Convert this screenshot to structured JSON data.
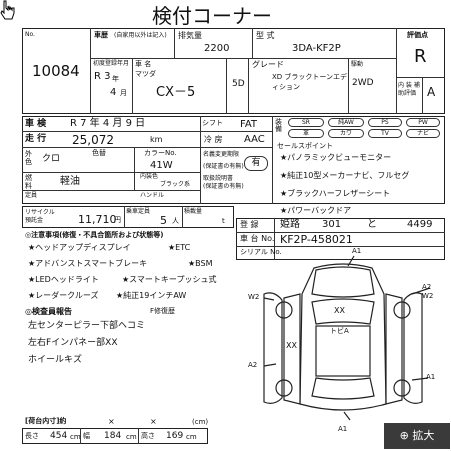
{
  "title": "検付コーナー",
  "header": {
    "lot_label": "No.",
    "lot": "10084",
    "body_label": "車歴",
    "body_note": "(自家用以外は記入)",
    "displacement_label": "排気量",
    "displacement": "2200",
    "model_label": "型 式",
    "model": "3DA-KF2P",
    "first_reg_label": "初度登録年月",
    "year": "R 3",
    "year_unit": "年",
    "month": "4",
    "month_unit": "月",
    "maker_label": "車 名",
    "maker": "マツダ",
    "car_name": "CX－5",
    "doors": "5D",
    "grade_label": "グレード",
    "grade": "XD ブラックトーンエディション",
    "drive_label": "駆動",
    "drive": "2WD",
    "score_label": "評価点",
    "score": "R",
    "interior_label": "内 装 補助評価",
    "interior": "A"
  },
  "row_inspection": {
    "label": "車 検",
    "value": "R 7 年 4 月 9 日"
  },
  "row_shift": {
    "label": "シフト",
    "value": "FAT"
  },
  "row_mileage": {
    "label": "走 行",
    "value": "25,072",
    "unit": "km"
  },
  "row_ac": {
    "label": "冷 房",
    "value": "AAC"
  },
  "options_label": "装備",
  "options": [
    "SR",
    "純AW",
    "PS",
    "PW",
    "革",
    "カワ",
    "TV",
    "ナビ"
  ],
  "color_label": "外色",
  "color": "クロ",
  "color_sub_label": "色替",
  "color_code_label": "カラーNo.",
  "color_code": "41W",
  "fuel_label": "燃料",
  "fuel": "軽油",
  "transfer_label": "名義変更期限",
  "transfer_has": "有",
  "transfer_note": "(保証書の有無)",
  "manual_label": "取扱説明書",
  "manual_note": "(保証書の有無)",
  "spare_label": "内装色",
  "spare_note": "ブラック系",
  "steering_label": "ハンドル",
  "capacity_label": "定員",
  "recycle_label": "リサイクル預託金",
  "recycle": "11,710",
  "recycle_unit": "円",
  "seats_label": "乗車定員",
  "seats": "5",
  "seats_unit": "人",
  "load_label": "積載量",
  "load_unit": "t",
  "sales_points_label": "セールスポイント",
  "sales_points": [
    "★パノラミックビューモニター",
    "★純正10型メーカーナビ、フルセグ",
    "★ブラックハーフレザーシート",
    "★パワーバックドア"
  ],
  "registration_label": "登 録",
  "registration": {
    "area": "姫路",
    "class": "301",
    "kana": "と",
    "num": "4499"
  },
  "chassis_label": "車 台 No.",
  "chassis": "KF2P-458021",
  "serial_label": "シリアル No.",
  "remarks_label": "◎注意事項(修復・不具合箇所および状態等)",
  "remarks": [
    "★ヘッドアップディスプレイ",
    "★ETC",
    "★アドバンストスマートブレーキ",
    "★BSM",
    "★LEDヘッドライト",
    "★スマートキープッシュ式",
    "★レーダークルーズ",
    "★純正19インチAW"
  ],
  "inspector_label": "◎検査員報告",
  "inspector_note": "F修復歴",
  "inspector_lines": [
    "左センターピラー下部ヘコミ",
    "左右Fインパネー部XX",
    "ホイールキズ"
  ],
  "diagram_marks": [
    "A1",
    "W2",
    "A2",
    "W2",
    "XX",
    "XX",
    "トビA",
    "A2",
    "A1",
    "A1"
  ],
  "bottom_label": "[荷台内寸]約",
  "bottom_x1": "×",
  "bottom_x2": "×",
  "bottom_unit": "(cm)",
  "dims": {
    "length_label": "長さ",
    "length": "454",
    "width_label": "幅",
    "width": "184",
    "height_label": "高さ",
    "height": "169",
    "cm": "cm"
  },
  "zoom_label": "⊕ 拡大"
}
